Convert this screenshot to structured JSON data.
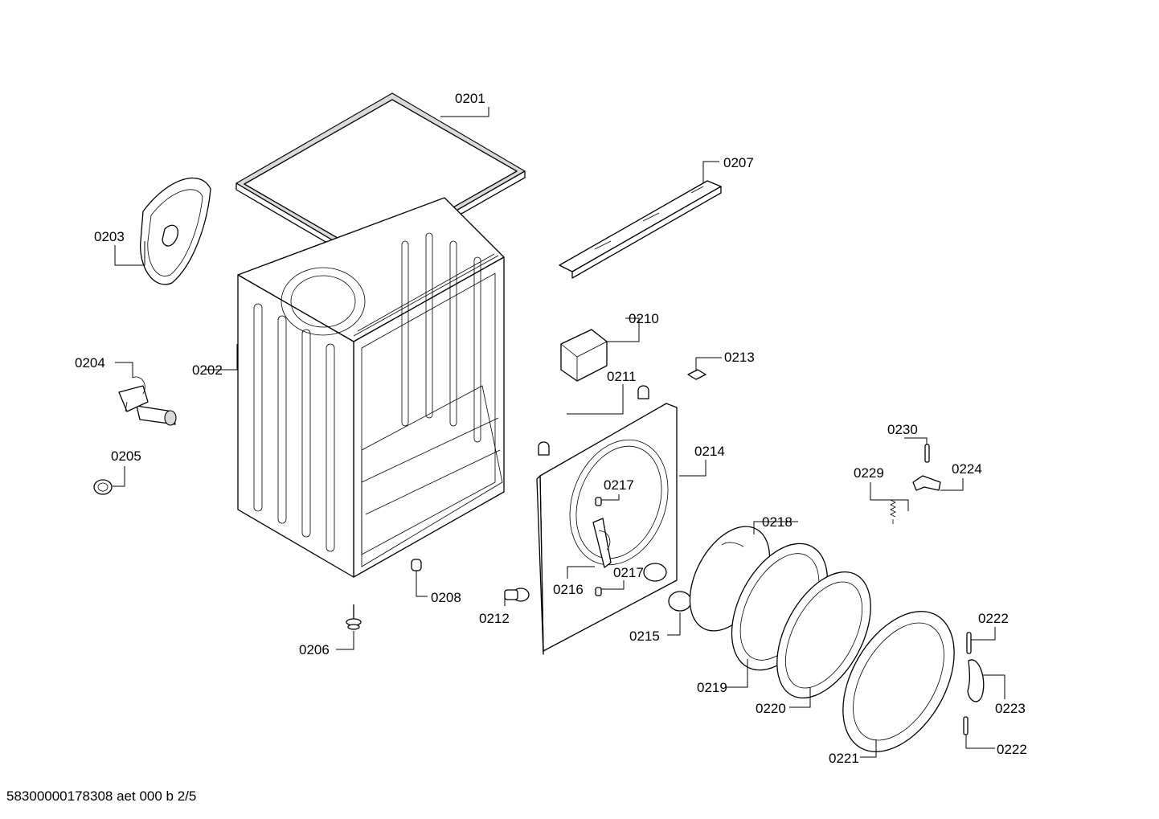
{
  "footer_text": "58300000178308 aet 000 b 2/5",
  "parts": [
    {
      "id": "p0201",
      "label": "0201"
    },
    {
      "id": "p0202",
      "label": "0202"
    },
    {
      "id": "p0203",
      "label": "0203"
    },
    {
      "id": "p0204",
      "label": "0204"
    },
    {
      "id": "p0205",
      "label": "0205"
    },
    {
      "id": "p0206",
      "label": "0206"
    },
    {
      "id": "p0207",
      "label": "0207"
    },
    {
      "id": "p0208",
      "label": "0208"
    },
    {
      "id": "p0210",
      "label": "0210"
    },
    {
      "id": "p0211",
      "label": "0211"
    },
    {
      "id": "p0212",
      "label": "0212"
    },
    {
      "id": "p0213",
      "label": "0213"
    },
    {
      "id": "p0214",
      "label": "0214"
    },
    {
      "id": "p0215",
      "label": "0215"
    },
    {
      "id": "p0216",
      "label": "0216"
    },
    {
      "id": "p0217a",
      "label": "0217"
    },
    {
      "id": "p0217b",
      "label": "0217"
    },
    {
      "id": "p0218",
      "label": "0218"
    },
    {
      "id": "p0219",
      "label": "0219"
    },
    {
      "id": "p0220",
      "label": "0220"
    },
    {
      "id": "p0221",
      "label": "0221"
    },
    {
      "id": "p0222a",
      "label": "0222"
    },
    {
      "id": "p0222b",
      "label": "0222"
    },
    {
      "id": "p0223",
      "label": "0223"
    },
    {
      "id": "p0224",
      "label": "0224"
    },
    {
      "id": "p0229",
      "label": "0229"
    },
    {
      "id": "p0230",
      "label": "0230"
    }
  ]
}
